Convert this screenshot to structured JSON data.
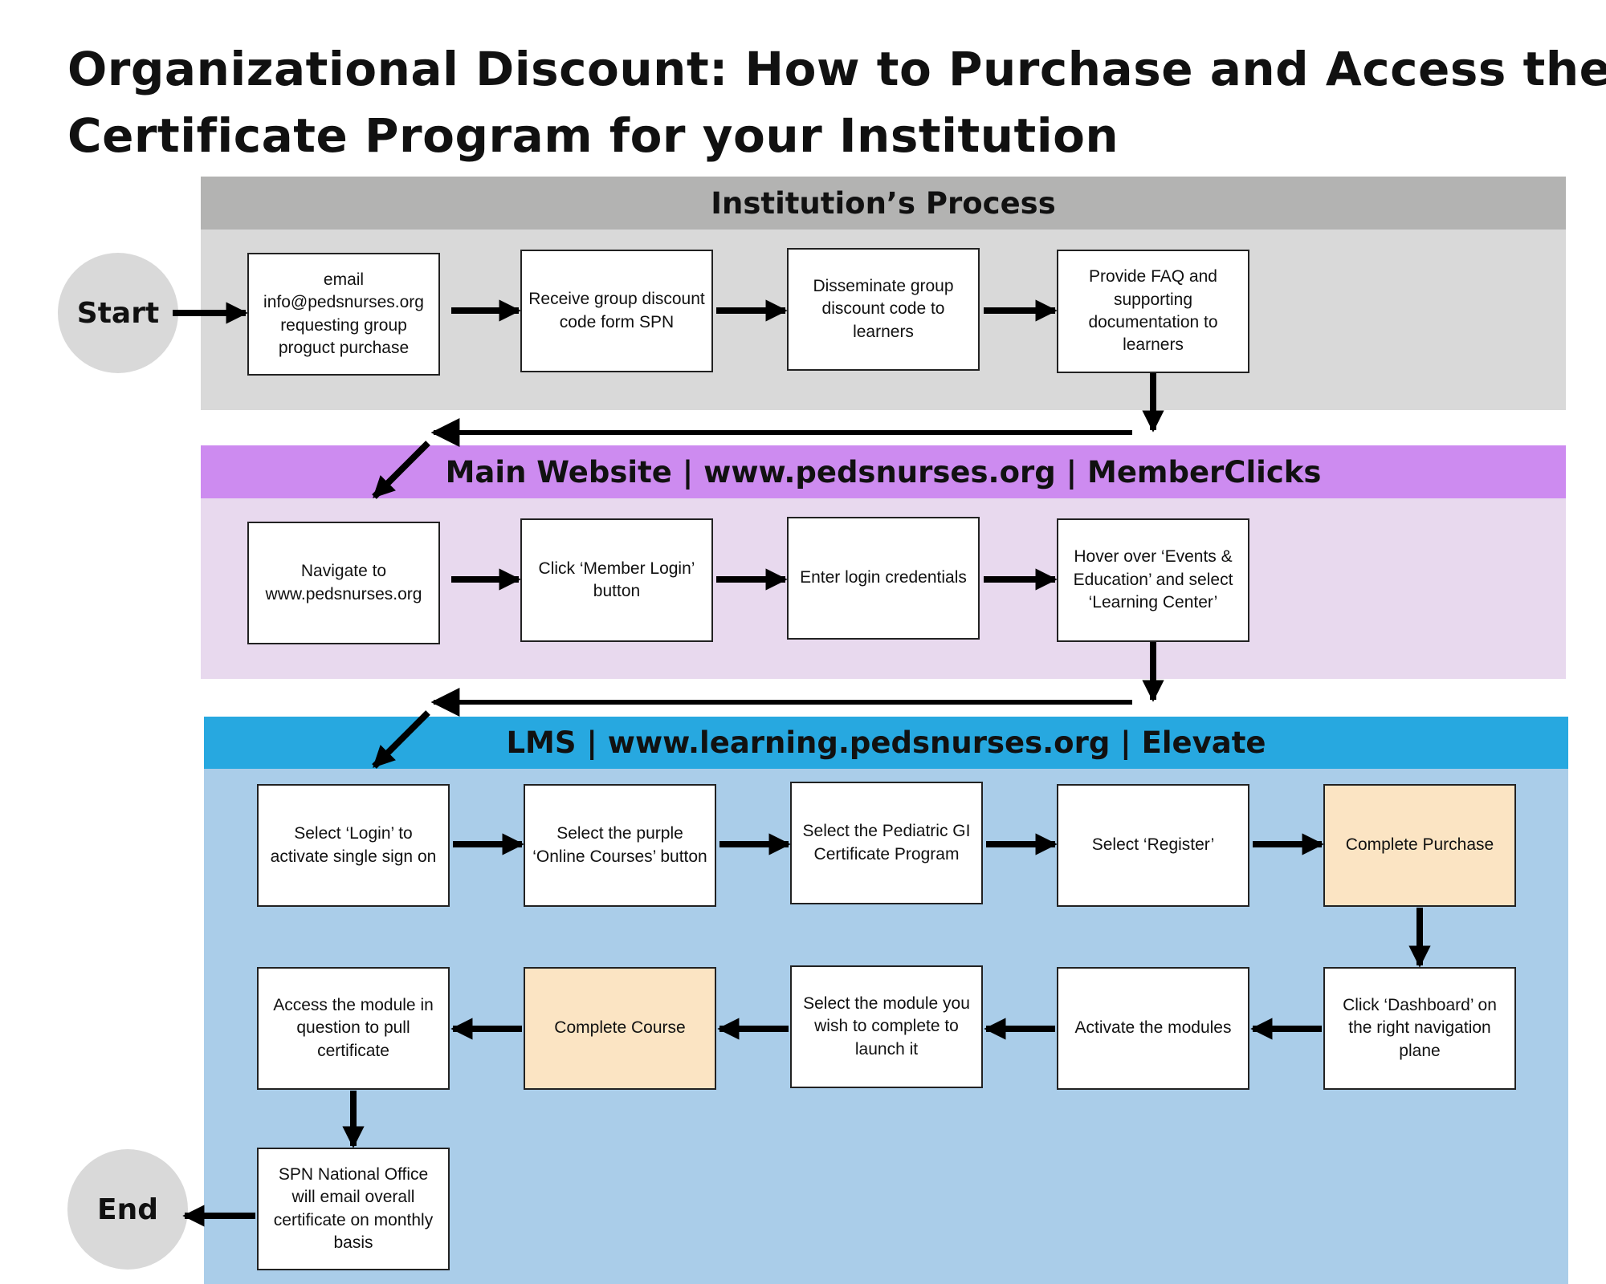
{
  "title": {
    "line1": "Organizational Discount: How to Purchase and Access the",
    "line2": "Certificate Program for your Institution"
  },
  "sections": {
    "institution": {
      "header": "Institution’s Process",
      "header_color": "#b3b3b2",
      "body_color": "#d9d9d9"
    },
    "website": {
      "header": "Main Website | www.pedsnurses.org | MemberClicks",
      "header_color": "#cd8bf0",
      "body_color": "#e8d9ee"
    },
    "lms": {
      "header": "LMS | www.learning.pedsnurses.org | Elevate",
      "header_color": "#27a8e0",
      "body_color": "#aacde9"
    }
  },
  "terminals": {
    "start": "Start",
    "end": "End"
  },
  "steps": {
    "email": "email info@pedsnurses.org requesting group proguct purchase",
    "receive_code": "Receive group discount code form SPN",
    "disseminate_code": "Disseminate group discount code to learners",
    "provide_faq": "Provide FAQ and supporting documentation to learners",
    "navigate_site": "Navigate to www.pedsnurses.org",
    "member_login": "Click ‘Member Login’ button",
    "enter_credentials": "Enter login credentials",
    "hover_events": "Hover over ‘Events & Education’ and select ‘Learning Center’",
    "select_login": "Select ‘Login’ to activate single sign on",
    "online_courses": "Select the purple ‘Online Courses’ button",
    "select_program": "Select the Pediatric GI Certificate Program",
    "select_register": "Select ‘Register’",
    "complete_purchase": "Complete Purchase",
    "click_dashboard": "Click ‘Dashboard’ on the right navigation plane",
    "activate_modules": "Activate the modules",
    "select_module": "Select the module you wish to complete to launch it",
    "complete_course": "Complete Course",
    "access_module": "Access the module in question to pull certificate",
    "spn_email": "SPN National Office will email overall certificate on monthly basis"
  },
  "colors": {
    "highlight": "#fbe4c3",
    "arrow": "#000000",
    "terminal": "#d9d9d9"
  }
}
